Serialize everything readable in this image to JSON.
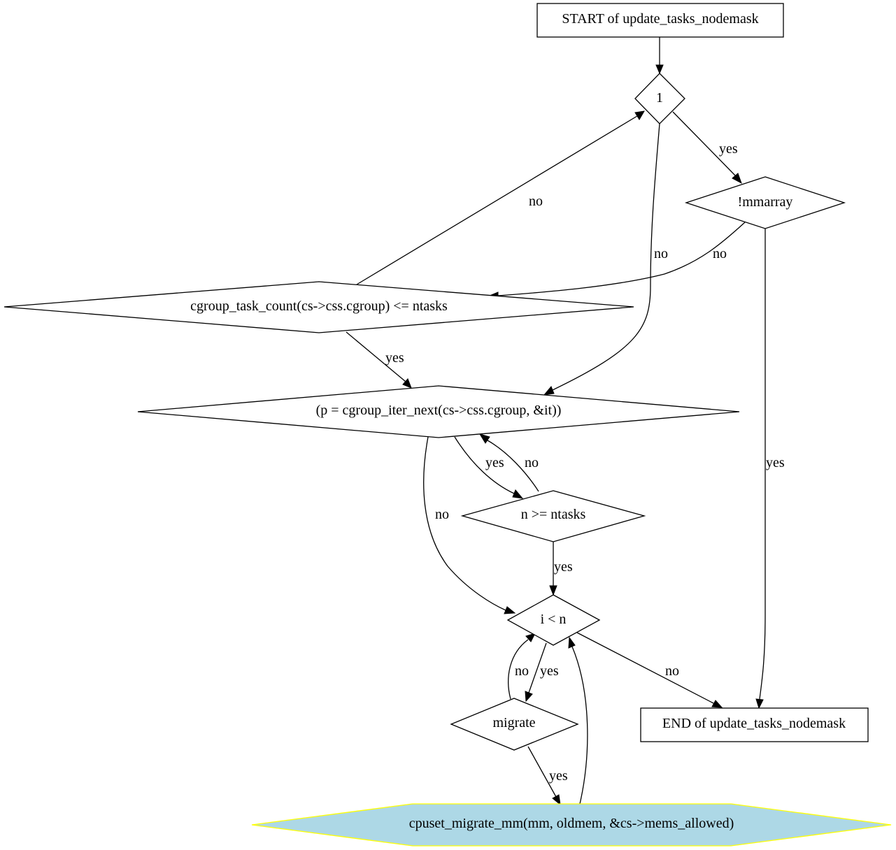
{
  "diagram": {
    "nodes": {
      "start": "START of update_tasks_nodemask",
      "cond_1": "1",
      "mmarray": "!mmarray",
      "count": "cgroup_task_count(cs->css.cgroup) <= ntasks",
      "iter": "(p = cgroup_iter_next(cs->css.cgroup, &it))",
      "ntasks": "n >= ntasks",
      "i_lt_n": "i < n",
      "end": "END of update_tasks_nodemask",
      "migrate": "migrate",
      "migrate_mm": "cpuset_migrate_mm(mm, oldmem, &cs->mems_allowed)"
    },
    "edges": {
      "one_to_mmarray": "yes",
      "count_to_one": "no",
      "one_to_iter": "no",
      "mmarray_to_count": "no",
      "count_to_iter": "yes",
      "mmarray_to_end": "yes",
      "iter_to_ntasks": "yes",
      "ntasks_to_iter": "no",
      "iter_to_i": "no",
      "ntasks_to_i": "yes",
      "i_to_end": "no",
      "migrate_to_i": "no",
      "i_to_migrate": "yes",
      "migrate_to_mm": "yes"
    },
    "colors": {
      "stroke": "#000000",
      "highlight_fill": "#add8e6",
      "highlight_stroke": "#ffff00"
    }
  }
}
